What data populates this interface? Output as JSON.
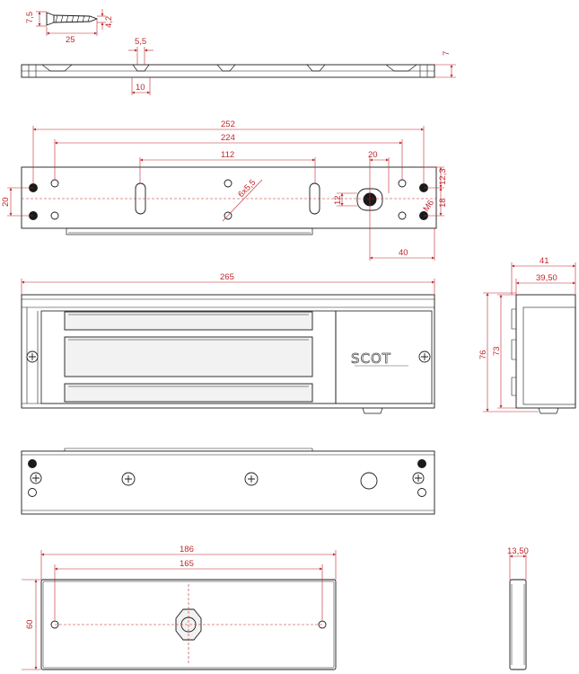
{
  "colors": {
    "dimension": "#c0272d",
    "outline": "#1a1a1a",
    "hatch": "#999999"
  },
  "screw": {
    "dims": {
      "head": "7,5",
      "length": "25",
      "shank": "4,2"
    }
  },
  "top_strip": {
    "dims": {
      "slot_width": "5,5",
      "slot_depth": "10",
      "height": "7"
    }
  },
  "mount_plate": {
    "dims": {
      "overall": "252",
      "hole_spacing": "224",
      "slot_spacing": "112",
      "offset_right": "20",
      "left_spacing": "20",
      "center": "12",
      "right_upper": "12,3",
      "right_lower": "18",
      "bottom": "40",
      "thread": "M6",
      "slot_note": "6x5,5"
    }
  },
  "magnet_front": {
    "dims": {
      "overall": "265"
    },
    "brand": "SCOT"
  },
  "magnet_side": {
    "dims": {
      "depth": "41",
      "inner_depth": "39,50",
      "height": "76",
      "inner_height": "73"
    }
  },
  "armature": {
    "dims": {
      "length": "186",
      "hole_spacing": "165",
      "height": "60",
      "thickness": "13,50"
    }
  }
}
